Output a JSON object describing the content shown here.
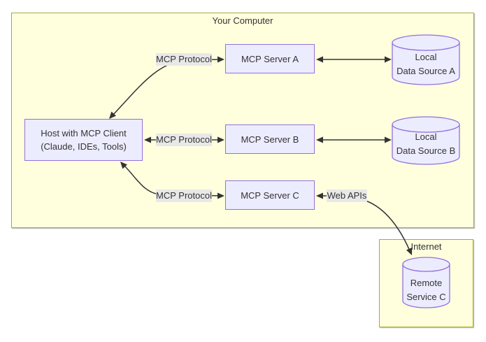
{
  "diagram_title": "MCP architecture flowchart",
  "clusters": {
    "your_computer": {
      "title": "Your Computer"
    },
    "internet": {
      "title": "Internet"
    }
  },
  "nodes": {
    "host": {
      "line1": "Host with MCP Client",
      "line2": "(Claude, IDEs, Tools)",
      "shape": "rect"
    },
    "server_a": {
      "label": "MCP Server A",
      "shape": "rect"
    },
    "server_b": {
      "label": "MCP Server B",
      "shape": "rect"
    },
    "server_c": {
      "label": "MCP Server C",
      "shape": "rect"
    },
    "data_source_a": {
      "line1": "Local",
      "line2": "Data Source A",
      "shape": "cylinder"
    },
    "data_source_b": {
      "line1": "Local",
      "line2": "Data Source B",
      "shape": "cylinder"
    },
    "remote_service_c": {
      "line1": "Remote",
      "line2": "Service C",
      "shape": "cylinder"
    }
  },
  "edge_labels": {
    "host_server_a": "MCP Protocol",
    "host_server_b": "MCP Protocol",
    "host_server_c": "MCP Protocol",
    "server_c_remote": "Web APIs"
  },
  "edges": [
    {
      "from": "host",
      "to": "server_a",
      "label": "MCP Protocol",
      "bidirectional": true
    },
    {
      "from": "host",
      "to": "server_b",
      "label": "MCP Protocol",
      "bidirectional": true
    },
    {
      "from": "host",
      "to": "server_c",
      "label": "MCP Protocol",
      "bidirectional": true
    },
    {
      "from": "server_a",
      "to": "data_source_a",
      "label": "",
      "bidirectional": true
    },
    {
      "from": "server_b",
      "to": "data_source_b",
      "label": "",
      "bidirectional": true
    },
    {
      "from": "server_c",
      "to": "remote_service_c",
      "label": "Web APIs",
      "bidirectional": true
    }
  ],
  "colors": {
    "cluster_fill": "#ffffde",
    "cluster_border": "#aaaa33",
    "node_fill": "#ECECFF",
    "node_border": "#9370DB",
    "edge_line": "#333333",
    "edge_label_bg": "#e8e8e8",
    "text": "#333333",
    "page_bg": "#ffffff"
  }
}
